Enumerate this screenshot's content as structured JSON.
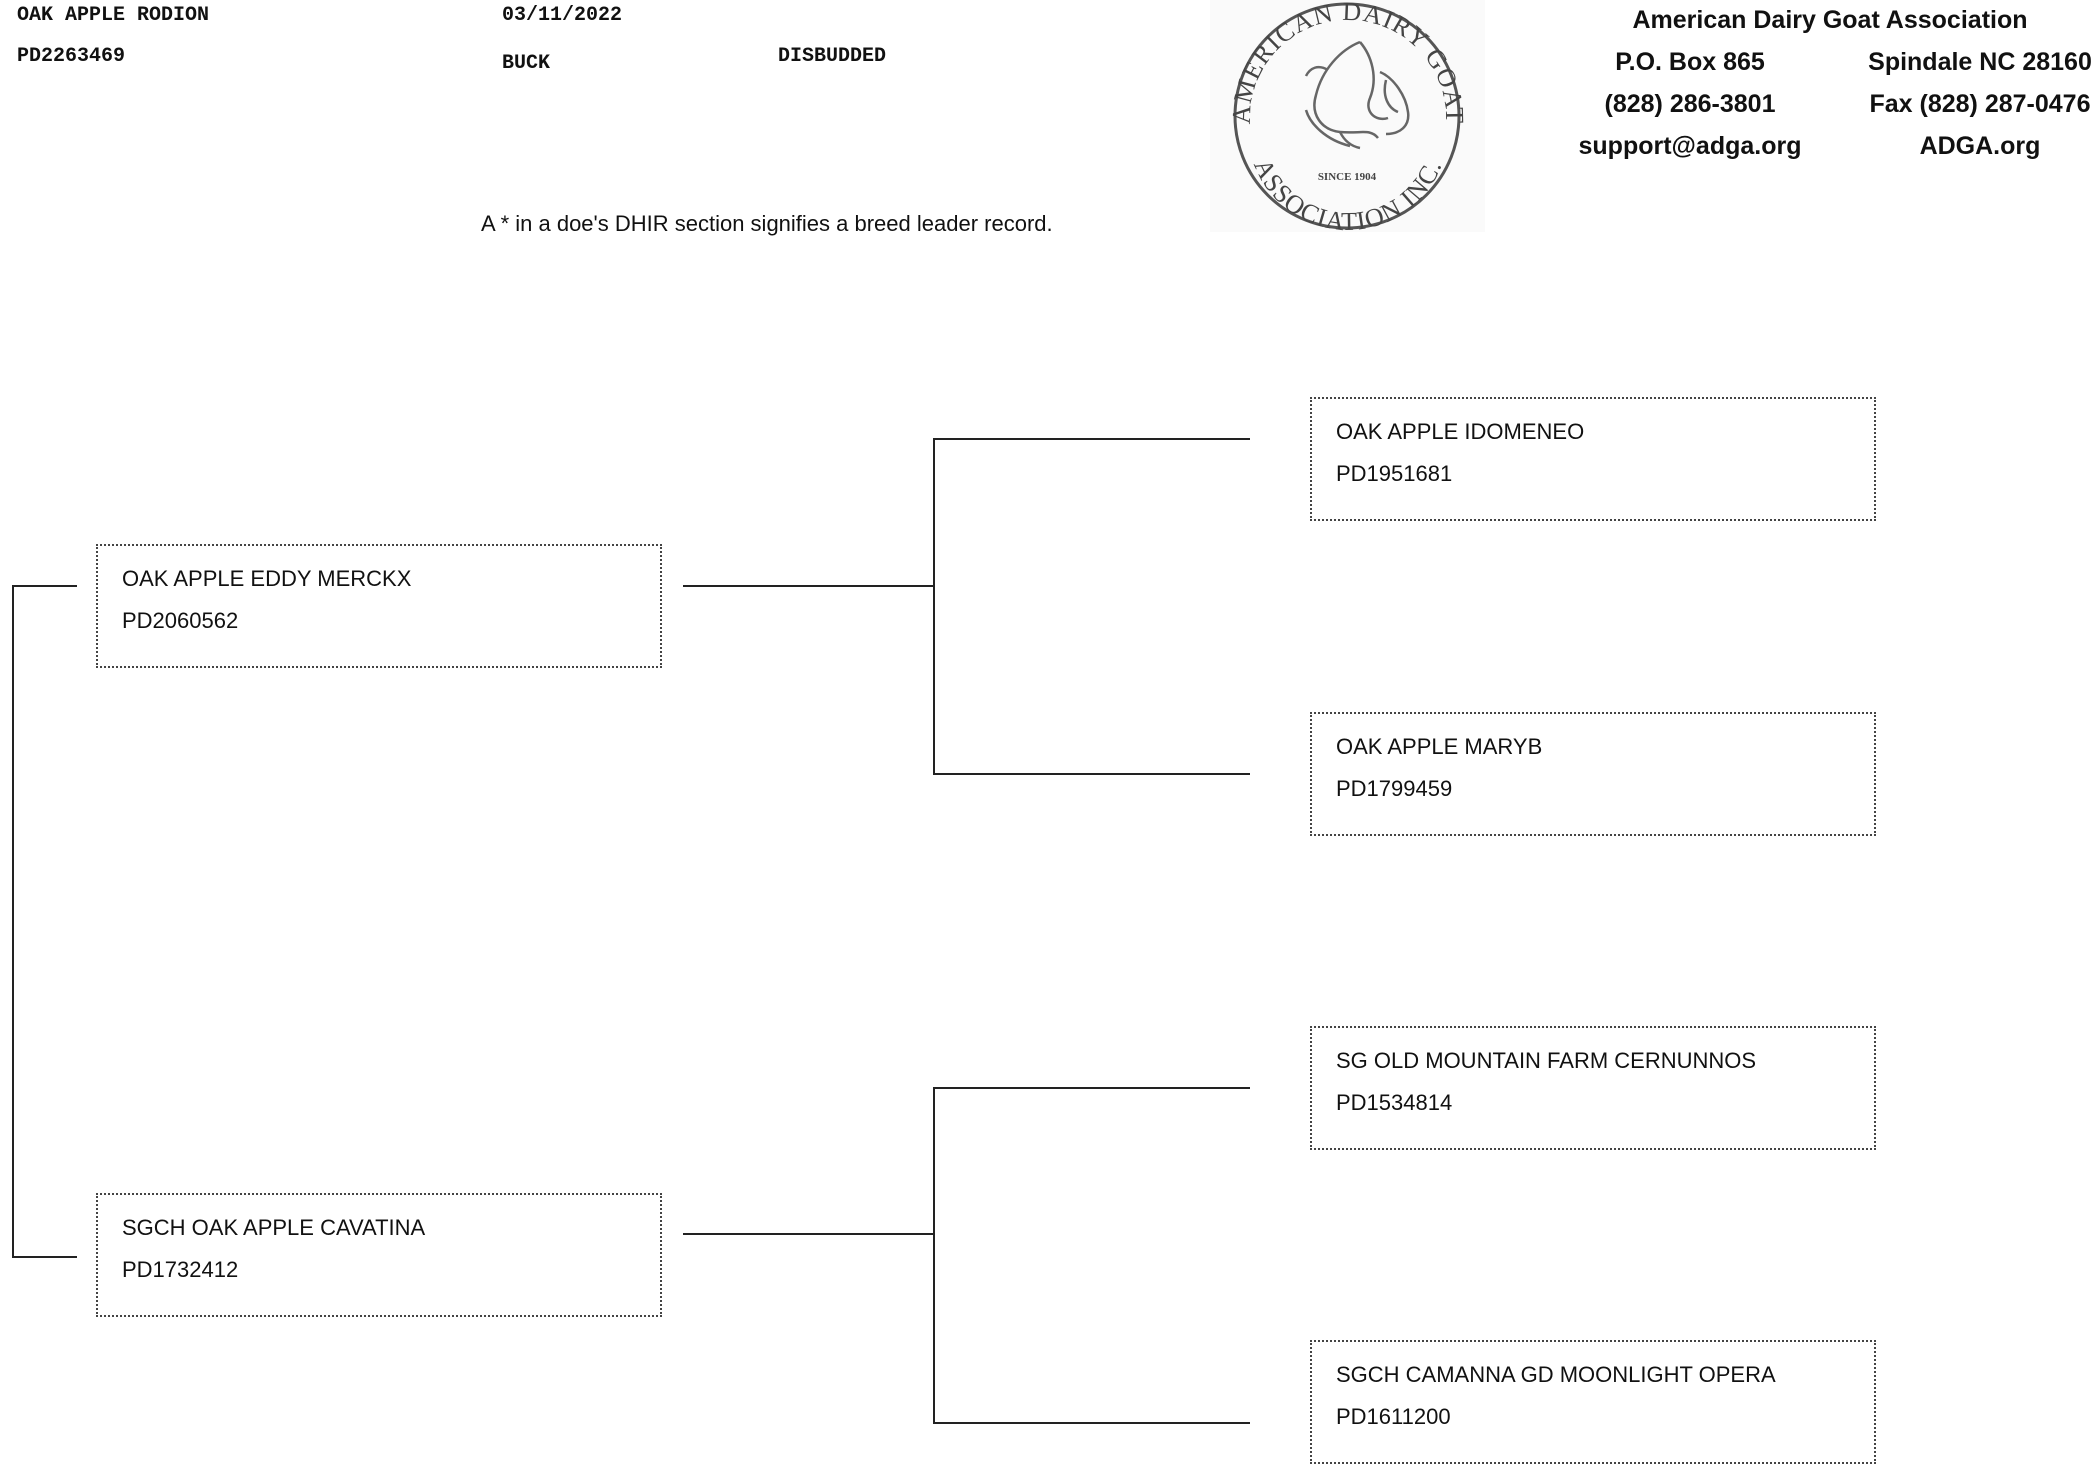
{
  "animal": {
    "name": "OAK APPLE RODION",
    "reg_number": "PD2263469",
    "birth_date": "03/11/2022",
    "sex": "BUCK",
    "horn_status": "DISBUDDED"
  },
  "note": "A * in a doe's DHIR section signifies a breed leader record.",
  "logo": {
    "top_text": "AMERICAN DAIRY GOAT",
    "bottom_text": "ASSOCIATION INC.",
    "since": "SINCE 1904"
  },
  "organization": {
    "name": "American Dairy Goat Association",
    "address": "P.O. Box 865",
    "city": "Spindale NC 28160",
    "phone": "(828) 286-3801",
    "fax": "Fax (828) 287-0476",
    "email": "support@adga.org",
    "website": "ADGA.org"
  },
  "pedigree": {
    "sire": {
      "name": "OAK APPLE EDDY MERCKX",
      "reg": "PD2060562"
    },
    "dam": {
      "name": "SGCH OAK APPLE CAVATINA",
      "reg": "PD1732412"
    },
    "sire_sire": {
      "name": "OAK APPLE IDOMENEO",
      "reg": "PD1951681"
    },
    "sire_dam": {
      "name": "OAK APPLE MARYB",
      "reg": "PD1799459"
    },
    "dam_sire": {
      "name": "SG OLD MOUNTAIN FARM CERNUNNOS",
      "reg": "PD1534814"
    },
    "dam_dam": {
      "name": "SGCH CAMANNA GD MOONLIGHT OPERA",
      "reg": "PD1611200"
    }
  }
}
